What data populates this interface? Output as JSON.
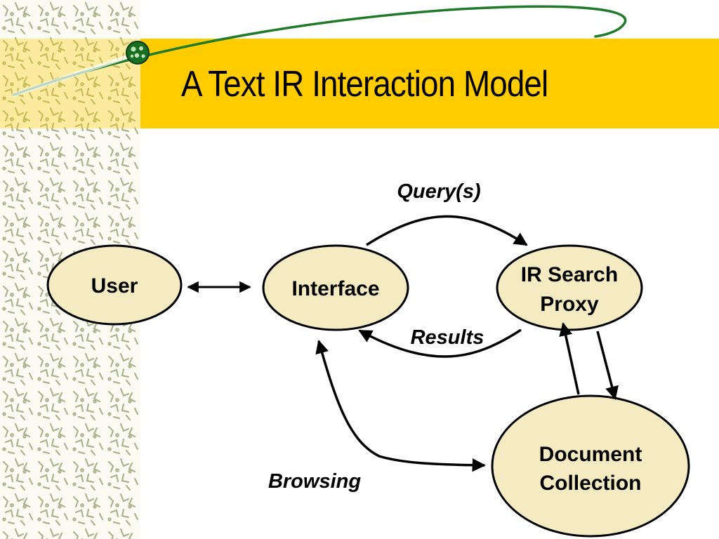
{
  "slide": {
    "title": "A Text IR Interaction Model",
    "colors": {
      "title_band": "#FFCC00",
      "node_fill": "#F5EBC2",
      "node_stroke": "#000000",
      "pattern": "#9AA87C",
      "swoosh": "#1F7A2A"
    }
  },
  "diagram": {
    "nodes": {
      "user": {
        "label": "User"
      },
      "interface": {
        "label": "Interface"
      },
      "ir_proxy": {
        "label_line1": "IR Search",
        "label_line2": "Proxy"
      },
      "doc_collection": {
        "label_line1": "Document",
        "label_line2": "Collection"
      }
    },
    "edges": {
      "queries": {
        "label": "Query(s)"
      },
      "results": {
        "label": "Results"
      },
      "browsing": {
        "label": "Browsing"
      }
    }
  }
}
